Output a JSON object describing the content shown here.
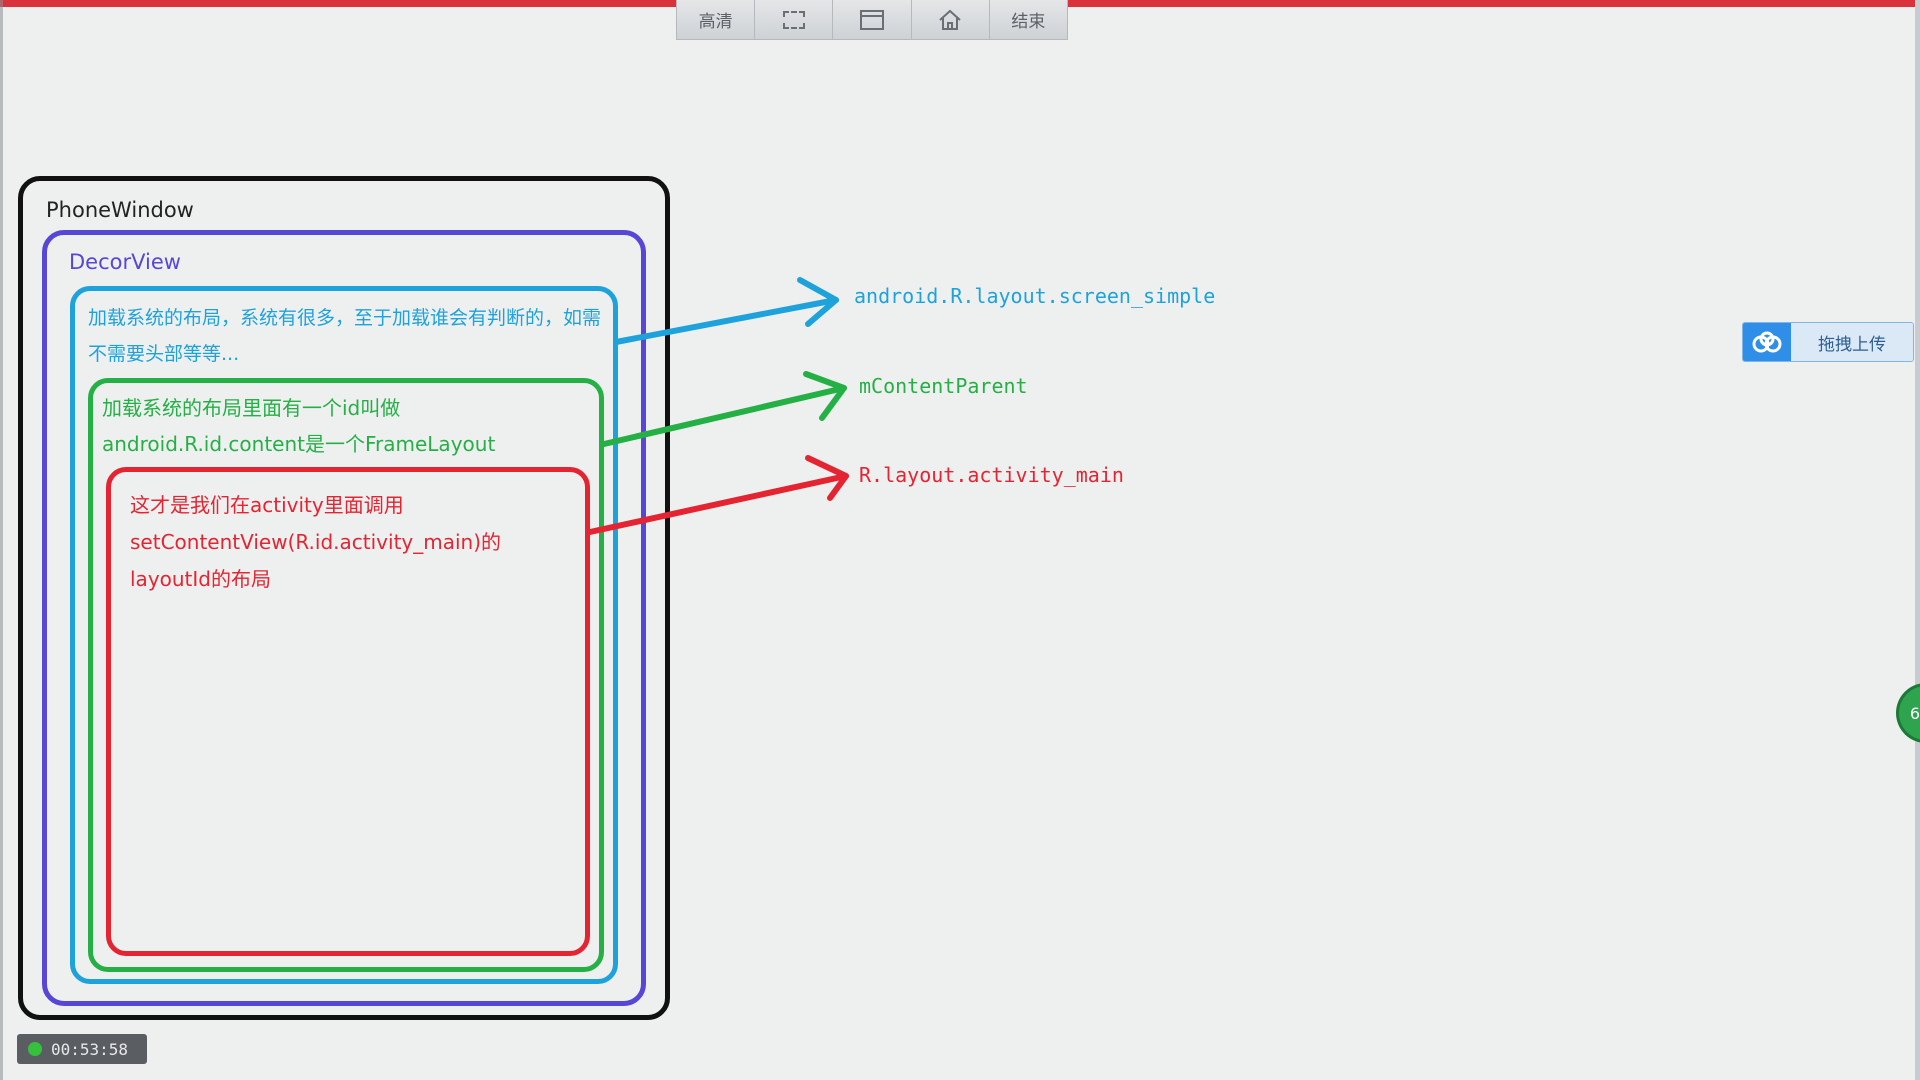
{
  "toolbar": {
    "buttons": [
      {
        "label": "高清",
        "icon": "hd-text"
      },
      {
        "label": "",
        "icon": "region-select-icon"
      },
      {
        "label": "",
        "icon": "window-icon"
      },
      {
        "label": "",
        "icon": "home-icon"
      },
      {
        "label": "结束",
        "icon": "end-text"
      }
    ]
  },
  "diagram": {
    "phone_window": "PhoneWindow",
    "decor_view": "DecorView",
    "screen_layout_text": "加载系统的布局，系统有很多，至于加载谁会有判断的，如需不需要头部等等...",
    "content_layout_text": "加载系统的布局里面有一个id叫做android.R.id.content是一个FrameLayout",
    "main_layout_text": "这才是我们在activity里面调用setContentView(R.id.activity_main)的layoutId的布局",
    "pointers": [
      {
        "label": "android.R.layout.screen_simple",
        "color": "#1ea2dc"
      },
      {
        "label": "mContentParent",
        "color": "#25b046"
      },
      {
        "label": "R.layout.activity_main",
        "color": "#e52432"
      }
    ]
  },
  "upload": {
    "label": "拖拽上传",
    "icon": "cloud-upload-icon"
  },
  "side_tab": {
    "label": "6"
  },
  "recorder": {
    "time": "00:53:58",
    "status_color": "#35c13b"
  }
}
